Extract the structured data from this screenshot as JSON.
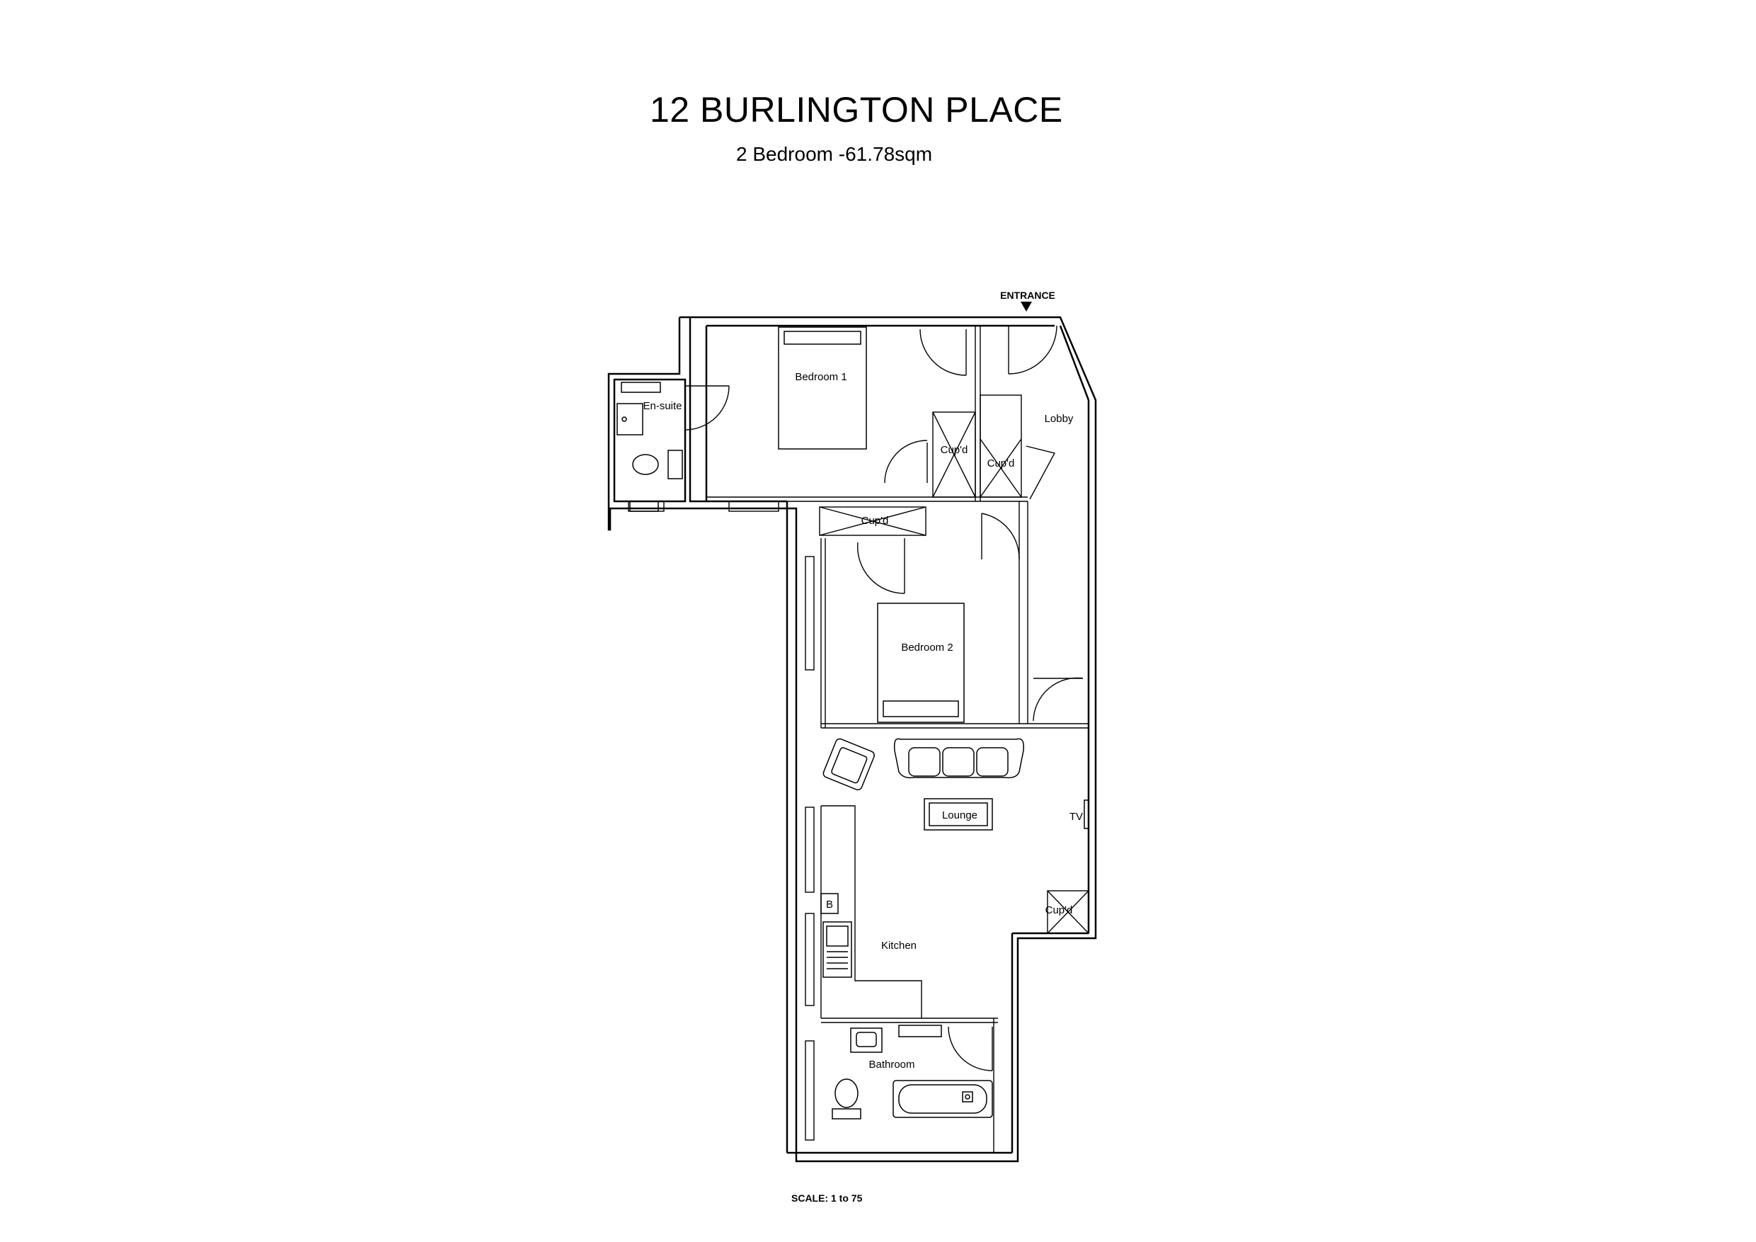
{
  "header": {
    "title": "12 BURLINGTON PLACE",
    "subtitle": "2 Bedroom -61.78sqm"
  },
  "plan": {
    "entrance_label": "ENTRANCE",
    "rooms": {
      "bedroom1": "Bedroom 1",
      "bedroom2": "Bedroom 2",
      "ensuite": "En-suite",
      "lobby": "Lobby",
      "lounge": "Lounge",
      "kitchen": "Kitchen",
      "bathroom": "Bathroom"
    },
    "cupboards": {
      "cupd_bed1": "Cup'd",
      "cupd_lobby": "Cup'd",
      "cupd_hall": "Cup'd",
      "cupd_lounge": "Cup'd"
    },
    "tv_label": "TV",
    "boiler_label": "B"
  },
  "footer": {
    "scale": "SCALE: 1 to 75"
  }
}
